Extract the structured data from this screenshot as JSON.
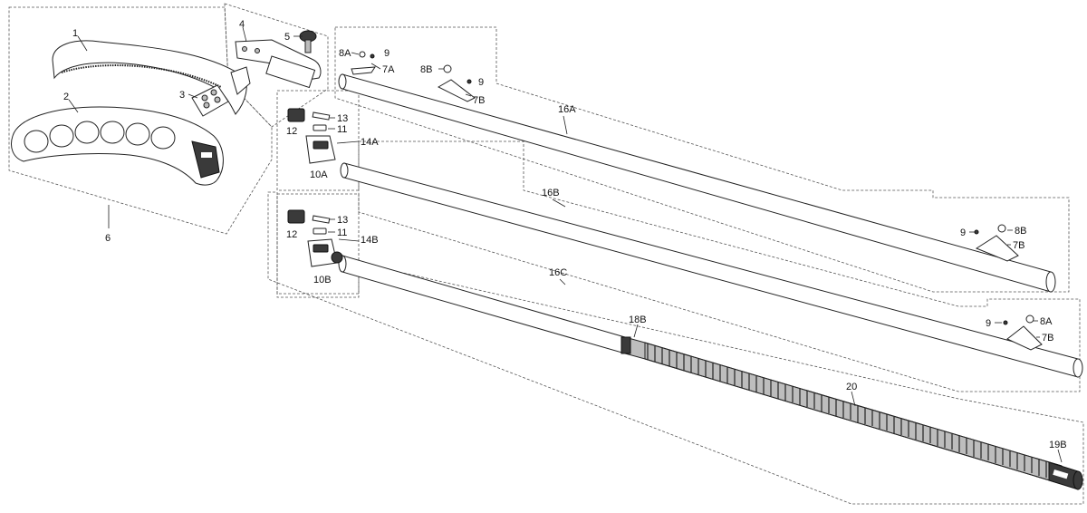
{
  "labels": {
    "p1": "1",
    "p2": "2",
    "p3": "3",
    "p4": "4",
    "p5": "5",
    "p6": "6",
    "p8a_top": "8A",
    "p9_top1": "9",
    "p7a": "7A",
    "p8b_top": "8B",
    "p9_top2": "9",
    "p7b_top": "7B",
    "p16a": "16A",
    "p16b": "16B",
    "p16c": "16C",
    "p13_a": "13",
    "p11_a": "11",
    "p12_a": "12",
    "p14a": "14A",
    "p10a": "10A",
    "p13_b": "13",
    "p11_b": "11",
    "p12_b": "12",
    "p14b": "14B",
    "p10b": "10B",
    "p9_mid": "9",
    "p8b_mid": "8B",
    "p7b_mid": "7B",
    "p9_low": "9",
    "p8a_low": "8A",
    "p7b_low": "7B",
    "p18b": "18B",
    "p20": "20",
    "p19b": "19B"
  },
  "colors": {
    "line": "#222222",
    "dash": "#555555",
    "dark_part": "#3a3a3a",
    "grey_part": "#bdbdbd"
  }
}
